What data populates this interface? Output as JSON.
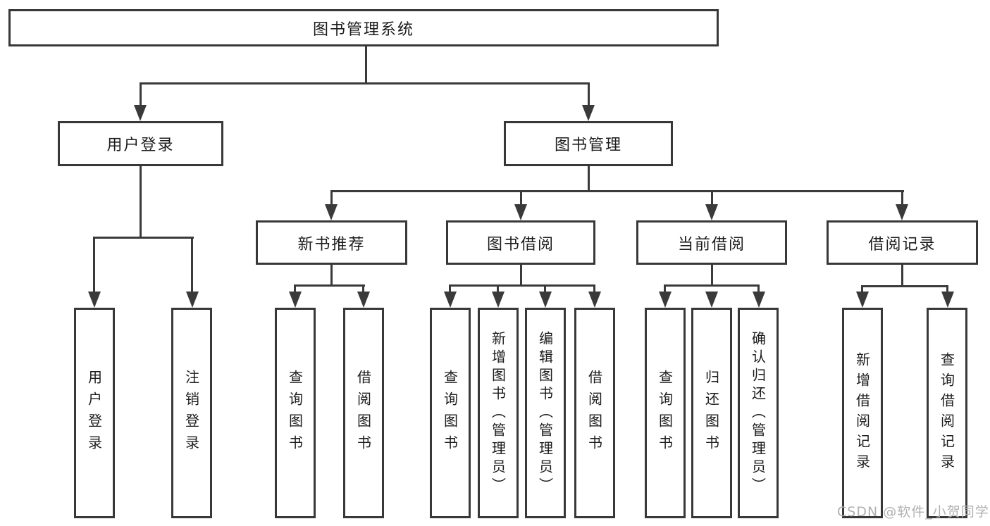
{
  "diagram": {
    "root": "图书管理系统",
    "user_login": "用户登录",
    "book_mgmt": "图书管理",
    "level3": {
      "new_rec": "新书推荐",
      "book_borrow": "图书借阅",
      "current_borrow": "当前借阅",
      "borrow_record": "借阅记录"
    },
    "leaves": {
      "user_login": [
        "用户登录",
        "注销登录"
      ],
      "new_rec": [
        "查询图书",
        "借阅图书"
      ],
      "book_borrow": [
        "查询图书",
        "新增图书（管理员）",
        "编辑图书（管理员）",
        "借阅图书"
      ],
      "current_borrow": [
        "查询图书",
        "归还图书",
        "确认归还（管理员）"
      ],
      "borrow_record": [
        "新增借阅记录",
        "查询借阅记录"
      ]
    }
  },
  "watermark": "CSDN @软件_小贺同学",
  "colors": {
    "line": "#3a3a3a",
    "box_border": "#383838",
    "text": "#1c1c1c",
    "watermark_text": "#b1b1b1",
    "background": "#ffffff"
  }
}
